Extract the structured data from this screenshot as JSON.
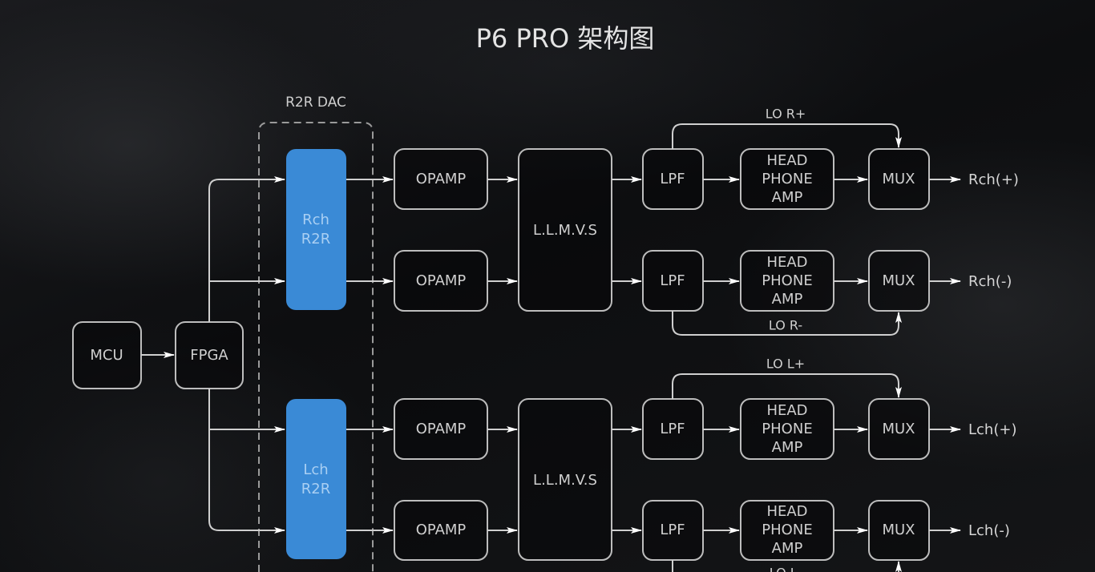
{
  "title": "P6 PRO 架构图",
  "dac_group_label": "R2R DAC",
  "colors": {
    "dac_fill": "#3a8ad6",
    "line": "#cfcfcf",
    "background": "#101113"
  },
  "blocks": {
    "mcu": "MCU",
    "fpga": "FPGA",
    "rch_r2r": [
      "Rch",
      "R2R"
    ],
    "lch_r2r": [
      "Lch",
      "R2R"
    ],
    "opamp": "OPAMP",
    "llmvs": "L.L.M.V.S",
    "lpf": "LPF",
    "hp_amp": [
      "HEAD",
      "PHONE",
      "AMP"
    ],
    "mux": "MUX"
  },
  "line_out_labels": [
    "LO R+",
    "LO R-",
    "LO L+",
    "LO L-"
  ],
  "outputs": [
    "Rch(+)",
    "Rch(-)",
    "Lch(+)",
    "Lch(-)"
  ]
}
